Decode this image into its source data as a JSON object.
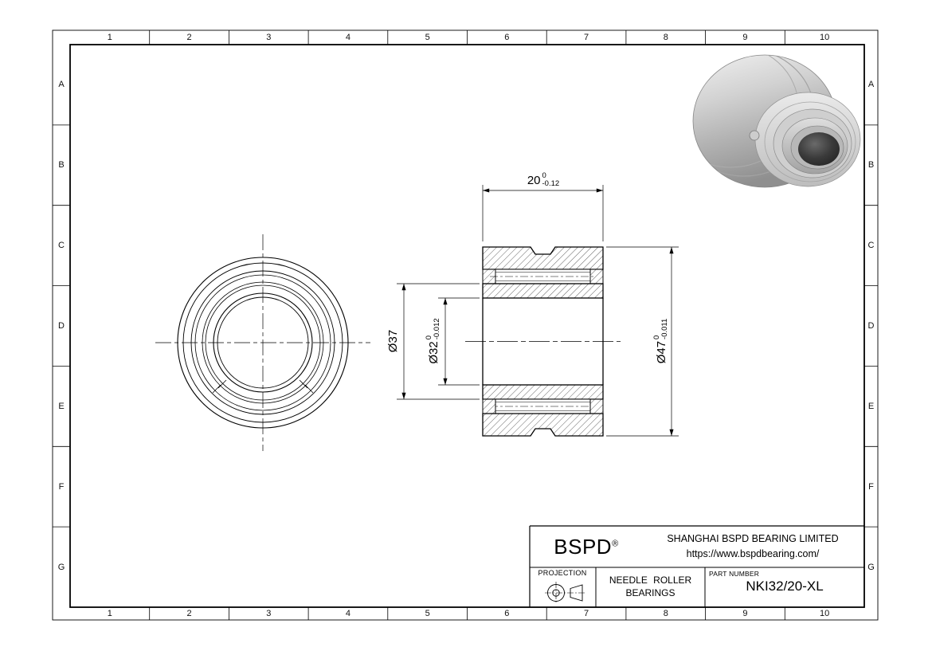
{
  "page": {
    "background": "#ffffff",
    "line_color": "#000000"
  },
  "grid": {
    "columns": [
      "1",
      "2",
      "3",
      "4",
      "5",
      "6",
      "7",
      "8",
      "9",
      "10"
    ],
    "rows": [
      "A",
      "B",
      "C",
      "D",
      "E",
      "F",
      "G"
    ]
  },
  "dimensions": {
    "width": {
      "nominal": "20",
      "tol_upper": "0",
      "tol_lower": "-0.12"
    },
    "raceway_diameter": {
      "nominal": "Ø37"
    },
    "bore_diameter": {
      "nominal": "Ø32",
      "tol_upper": "0",
      "tol_lower": "-0.012"
    },
    "outer_diameter": {
      "nominal": "Ø47",
      "tol_upper": "0",
      "tol_lower": "-0.011"
    }
  },
  "title_block": {
    "logo": "BSPD",
    "logo_registered": "®",
    "company": "SHANGHAI BSPD BEARING LIMITED",
    "website": "https://www.bspdbearing.com/",
    "projection_label": "PROJECTION",
    "product_line1": "NEEDLE ROLLER",
    "product_line2": "BEARINGS",
    "part_number_label": "PART NUMBER",
    "part_number": "NKI32/20-XL"
  }
}
